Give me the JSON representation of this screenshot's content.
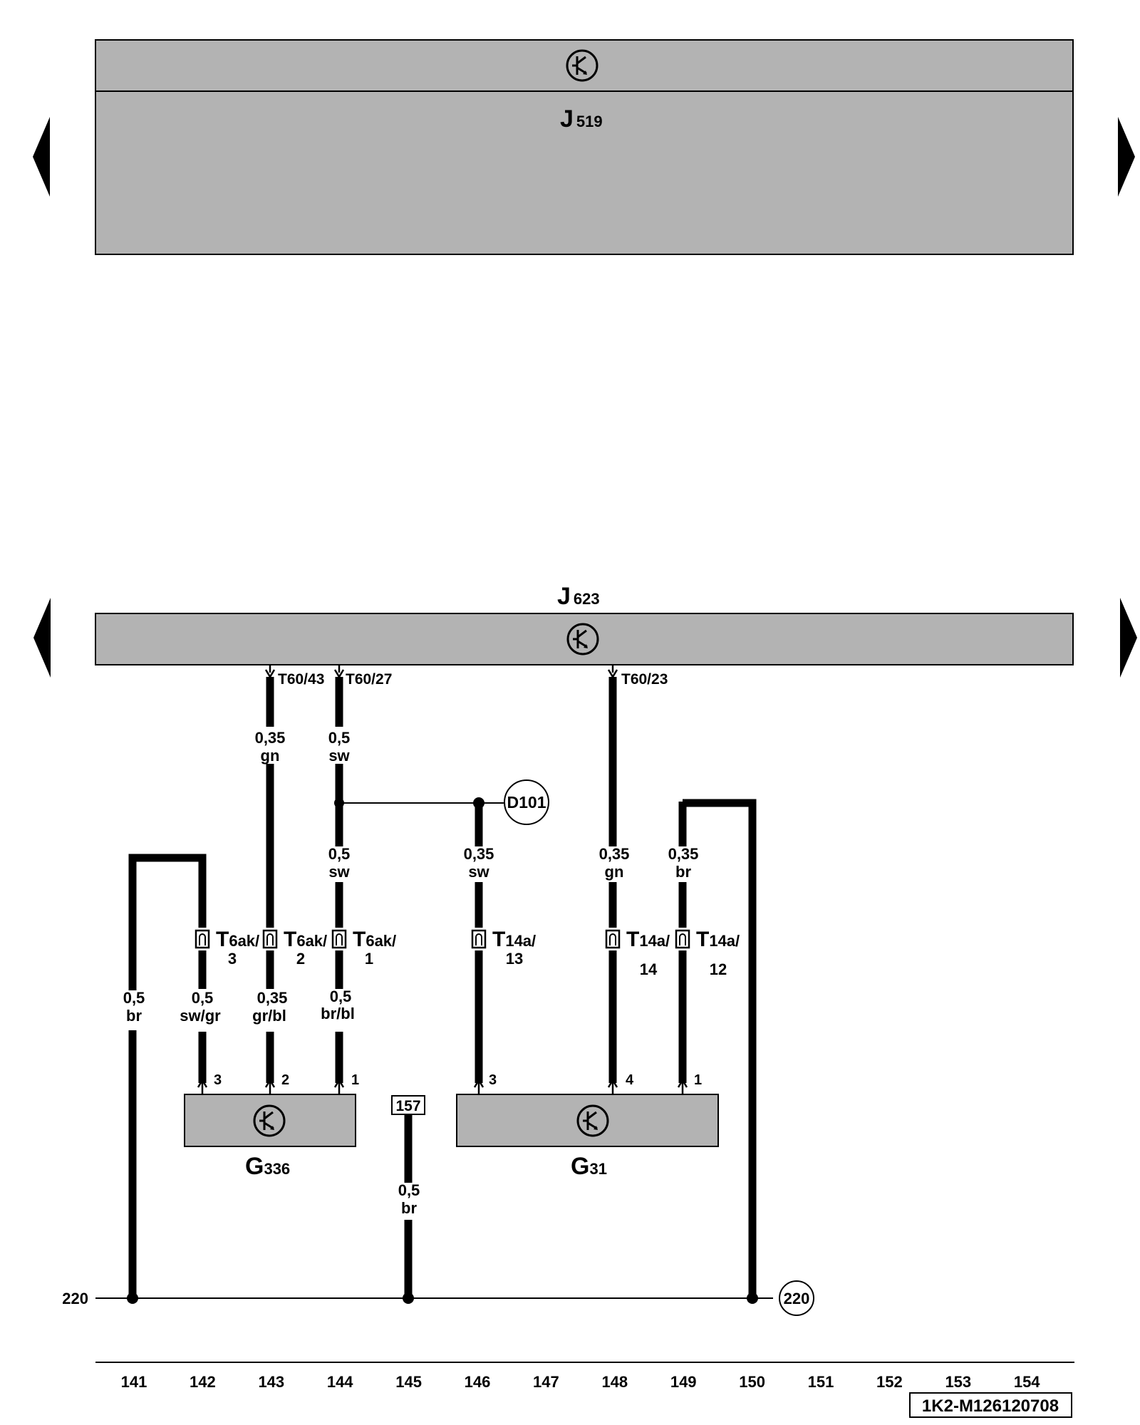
{
  "colors": {
    "module_fill": "#b3b3b3",
    "line": "#000000",
    "background": "#ffffff"
  },
  "icons": {
    "control_unit_symbol": "transistor-symbol-icon",
    "nav_left": "nav-arrow-left-icon",
    "nav_right": "nav-arrow-right-icon",
    "connector": "connector-pin-icon"
  },
  "modules": {
    "j519": {
      "letter": "J",
      "number": "519"
    },
    "j623": {
      "letter": "J",
      "number": "623"
    },
    "g336": {
      "letter": "G",
      "number": "336"
    },
    "g31": {
      "letter": "G",
      "number": "31"
    }
  },
  "pins_j623": {
    "p43": "T60/43",
    "p27": "T60/27",
    "p23": "T60/23"
  },
  "wires": {
    "w143_top": {
      "size": "0,35",
      "color": "gn"
    },
    "w144_top": {
      "size": "0,5",
      "color": "sw"
    },
    "w144_mid": {
      "size": "0,5",
      "color": "sw"
    },
    "w146": {
      "size": "0,35",
      "color": "sw"
    },
    "w148": {
      "size": "0,35",
      "color": "gn"
    },
    "w149": {
      "size": "0,35",
      "color": "br"
    },
    "w141": {
      "size": "0,5",
      "color": "br"
    },
    "w142": {
      "size": "0,5",
      "color": "sw/gr"
    },
    "w143_bot": {
      "size": "0,35",
      "color": "gr/bl"
    },
    "w144_bot": {
      "size": "0,5",
      "color": "br/bl"
    },
    "w145": {
      "size": "0,5",
      "color": "br"
    }
  },
  "connectors": {
    "c142": {
      "name": "T",
      "sub": "6ak/",
      "pin": "3"
    },
    "c143": {
      "name": "T",
      "sub": "6ak/",
      "pin": "2"
    },
    "c144": {
      "name": "T",
      "sub": "6ak/",
      "pin": "1"
    },
    "c146": {
      "name": "T",
      "sub": "14a/",
      "pin": "13"
    },
    "c148": {
      "name": "T",
      "sub": "14a/",
      "pin": "14"
    },
    "c149": {
      "name": "T",
      "sub": "14a/",
      "pin": "12"
    }
  },
  "component_pins": {
    "g336_3": "3",
    "g336_2": "2",
    "g336_1": "1",
    "g31_3": "3",
    "g31_4": "4",
    "g31_1": "1"
  },
  "refs": {
    "d101": "D101",
    "box157": "157",
    "ground_left": "220",
    "ground_right": "220"
  },
  "columns": [
    "141",
    "142",
    "143",
    "144",
    "145",
    "146",
    "147",
    "148",
    "149",
    "150",
    "151",
    "152",
    "153",
    "154"
  ],
  "code": "1K2-M126120708"
}
